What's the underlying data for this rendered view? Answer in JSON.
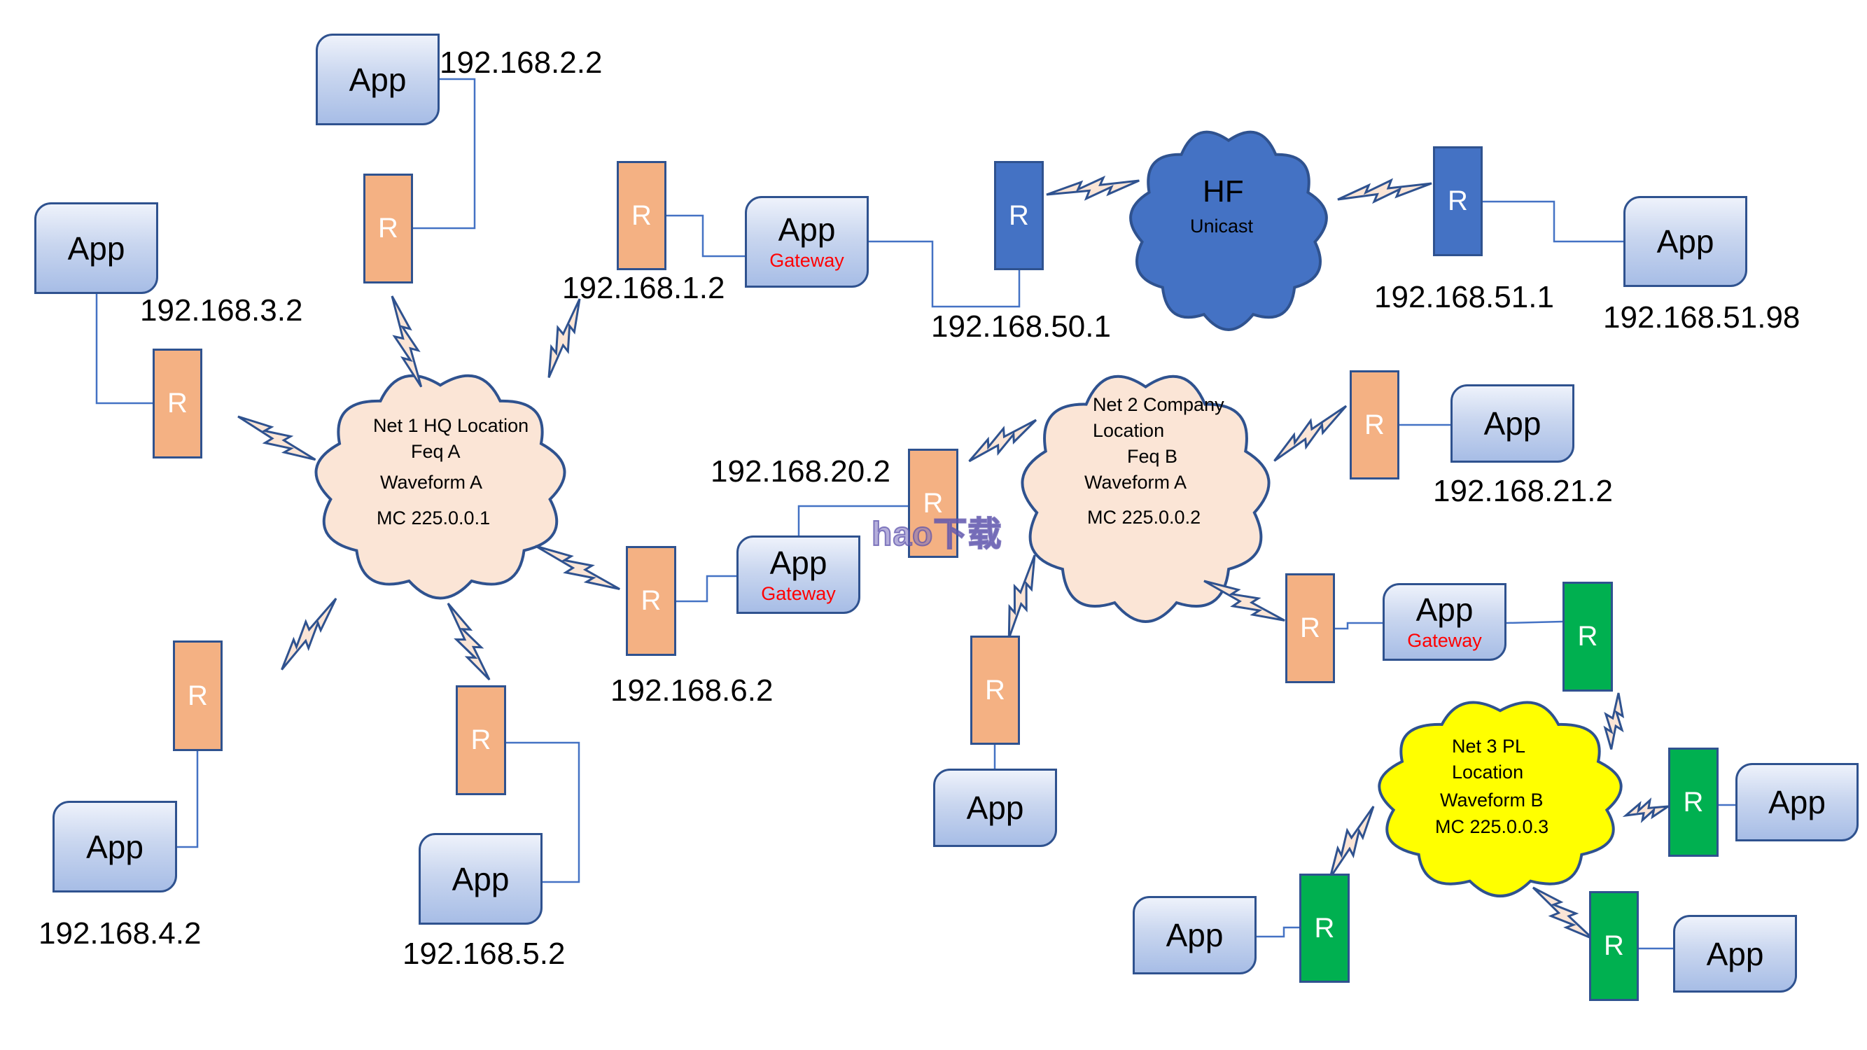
{
  "diagram": {
    "colors": {
      "radio_orange": "#f4b183",
      "radio_blue": "#4472c4",
      "radio_green": "#00b050",
      "cloud_peach": "#fbe5d6",
      "cloud_blue": "#4472c4",
      "cloud_yellow": "#ffff00",
      "outline": "#2f528f",
      "link_line": "#4472c4",
      "gateway_text": "#ff0000"
    },
    "clouds": [
      {
        "id": "net1",
        "fill": "peach",
        "lines": [
          "Net 1 HQ Location",
          "Feq A",
          "Waveform A",
          "MC 225.0.0.1"
        ]
      },
      {
        "id": "net2",
        "fill": "peach",
        "lines": [
          "Net 2 Company",
          "Location",
          "Feq B",
          "Waveform A",
          "MC 225.0.0.2"
        ]
      },
      {
        "id": "net3",
        "fill": "yellow",
        "lines": [
          "Net 3 PL",
          "Location",
          "Waveform B",
          "MC 225.0.0.3"
        ]
      },
      {
        "id": "hf",
        "fill": "blue",
        "lines": [
          "HF",
          "Unicast"
        ]
      }
    ],
    "radio_label": "R",
    "app_label": "App",
    "gateway_label": "Gateway",
    "radios": [
      {
        "id": "r-2-2",
        "color": "orange",
        "net": "net1"
      },
      {
        "id": "r-3-2",
        "color": "orange",
        "net": "net1"
      },
      {
        "id": "r-4-2",
        "color": "orange",
        "net": "net1"
      },
      {
        "id": "r-5-2",
        "color": "orange",
        "net": "net1"
      },
      {
        "id": "r-1-2",
        "color": "orange",
        "net": "net1"
      },
      {
        "id": "r-6-2",
        "color": "orange",
        "net": "net1"
      },
      {
        "id": "r-50-1",
        "color": "blue",
        "net": "hf"
      },
      {
        "id": "r-51-1",
        "color": "blue",
        "net": "hf"
      },
      {
        "id": "r-20-2",
        "color": "orange",
        "net": "net2"
      },
      {
        "id": "r-21-2",
        "color": "orange",
        "net": "net2"
      },
      {
        "id": "r-net2-bottom",
        "color": "orange",
        "net": "net2"
      },
      {
        "id": "r-net2-gw",
        "color": "orange",
        "net": "net2"
      },
      {
        "id": "r-net3-gw",
        "color": "green",
        "net": "net3"
      },
      {
        "id": "r-net3-right",
        "color": "green",
        "net": "net3"
      },
      {
        "id": "r-net3-left",
        "color": "green",
        "net": "net3"
      },
      {
        "id": "r-net3-bottom",
        "color": "green",
        "net": "net3"
      }
    ],
    "apps": [
      {
        "id": "app-2-2",
        "gateway": false
      },
      {
        "id": "app-3-2",
        "gateway": false
      },
      {
        "id": "app-4-2",
        "gateway": false
      },
      {
        "id": "app-5-2",
        "gateway": false
      },
      {
        "id": "gw-1",
        "gateway": true
      },
      {
        "id": "app-51-98",
        "gateway": false
      },
      {
        "id": "gw-2",
        "gateway": true
      },
      {
        "id": "app-21-2",
        "gateway": false
      },
      {
        "id": "app-net2-bottom",
        "gateway": false
      },
      {
        "id": "gw-3",
        "gateway": true
      },
      {
        "id": "app-net3-right",
        "gateway": false
      },
      {
        "id": "app-net3-left",
        "gateway": false
      },
      {
        "id": "app-net3-bottom",
        "gateway": false
      }
    ],
    "ip_labels": [
      {
        "id": "ip-2-2",
        "text": "192.168.2.2"
      },
      {
        "id": "ip-3-2",
        "text": "192.168.3.2"
      },
      {
        "id": "ip-4-2",
        "text": "192.168.4.2"
      },
      {
        "id": "ip-5-2",
        "text": "192.168.5.2"
      },
      {
        "id": "ip-1-2",
        "text": "192.168.1.2"
      },
      {
        "id": "ip-6-2",
        "text": "192.168.6.2"
      },
      {
        "id": "ip-50-1",
        "text": "192.168.50.1"
      },
      {
        "id": "ip-51-1",
        "text": "192.168.51.1"
      },
      {
        "id": "ip-51-98",
        "text": "192.168.51.98"
      },
      {
        "id": "ip-20-2",
        "text": "192.168.20.2"
      },
      {
        "id": "ip-21-2",
        "text": "192.168.21.2"
      }
    ],
    "watermark": "hao下载"
  }
}
